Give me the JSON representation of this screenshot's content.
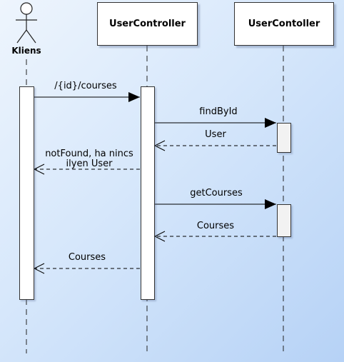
{
  "participants": [
    {
      "id": "client",
      "label": "Kliens",
      "kind": "actor"
    },
    {
      "id": "ctrl1",
      "label": "UserController",
      "kind": "object"
    },
    {
      "id": "ctrl2",
      "label": "UserContoller",
      "kind": "object"
    }
  ],
  "messages": [
    {
      "id": "m1",
      "label": "/{id}/courses",
      "type": "sync"
    },
    {
      "id": "m2",
      "label": "findById",
      "type": "sync"
    },
    {
      "id": "m3",
      "label": "User",
      "type": "return"
    },
    {
      "id": "m4",
      "label_line1": "notFound, ha nincs",
      "label_line2": "ilyen User",
      "type": "return"
    },
    {
      "id": "m5",
      "label": "getCourses",
      "type": "sync"
    },
    {
      "id": "m6",
      "label": "Courses",
      "type": "return"
    },
    {
      "id": "m7",
      "label": "Courses",
      "type": "return"
    }
  ]
}
